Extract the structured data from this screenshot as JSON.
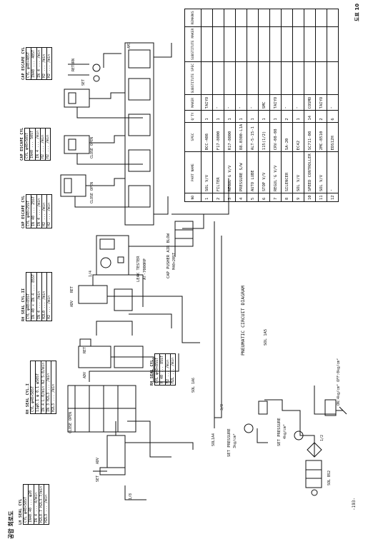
{
  "header": {
    "page_marker": "도표 10",
    "korean_title": "공압 회로도",
    "diagram_title": "PNEUMATIC CIRCUIT DIAGRAM",
    "page_number": "-193-",
    "sol_label": "SOL 1A5"
  },
  "cylinder_blocks": [
    {
      "id": "lh-seal",
      "title": "LH SEAL CYL",
      "rows": [
        "CYL φ40×50ST",
        "IN40.40 ... φ20",
        "IN 4 ... 4/min",
        "H2L8.7 H2L3.7/min",
        "H2L3 ... /min"
      ]
    },
    {
      "id": "rh-seal-1",
      "title": "RH SEAL CYL.I",
      "rows": [
        "CYL φ40×50ST",
        "11φ0.1 φ 0.1 φ50ST",
        "IN 4 L.0/min N2 5.0/min",
        "IN 3 H2L3 ... /min",
        "H2L3 ... /min"
      ]
    },
    {
      "id": "rh-seal-2",
      "title": "RH SEAL CYL.II",
      "rows": [
        "CYL φ40×85ST",
        "IN 40 × IN 4 ... 85ST",
        "IN 4 ... /min",
        "H2L0 ... /min",
        "H2 ... /min"
      ]
    },
    {
      "id": "cap-escape-1",
      "title": "CAP ESCAPE CYL",
      "rows": [
        "CYL φ40×25ST",
        "IN 40 ... 25ST",
        "IN 4 ... /min",
        "H2 ... /min",
        "H2 ... /min"
      ]
    },
    {
      "id": "cap-escape-2",
      "title": "CAP ESCAPE CYL",
      "rows": [
        "CYL φ40×50ST",
        "IN40 ... 50ST",
        "IN 4 ... /min",
        "H2 ... /min",
        "H2 ... /min"
      ]
    },
    {
      "id": "cap-escape-3",
      "title": "CAP ESCAPE CYL",
      "rows": [
        "CYL φ40×40ST",
        "IN40 ... 40ST",
        "IN 4 ... /min",
        "H2 ... /min",
        "H2 ... /min"
      ]
    },
    {
      "id": "rh-seal-inner",
      "title": "RH SEAL CYL.",
      "rows": [
        "CYL φ40×85ST",
        "H 40 ... 85ST",
        "N2 ... /min",
        "H2L ... /min"
      ]
    }
  ],
  "circuit_labels": {
    "close_open": "CLOSE OPEN",
    "adv": "ADV",
    "ret": "RET",
    "set": "SET",
    "leak_tester": "LEAK TESTER",
    "leak_tester_model": "AT-7000RP",
    "cap_pusher": "CAP PUSHER AIR BLOW",
    "cap_pusher_spec": "M40×20ST",
    "set_pressure_1": "SET PRESSURE",
    "set_pressure_1_val": "3kg/cm²",
    "set_pressure_2": "SET PRESSURE",
    "set_pressure_2_val": "4kg/cm²",
    "on_off": "ON:4kg/cm²  OFF:0kg/cm²",
    "sol_1a4": "SOL1A4",
    "sol_1a6": "SOL 1A6",
    "sol_bs2": "SOL BS2",
    "frac_1_8": "1/8",
    "frac_1_4": "1/4",
    "frac_3_8": "3/8",
    "frac_1_2": "1/2",
    "return": "RETURN",
    "set2": "SET",
    "manifold": "AM1"
  },
  "parts_table": {
    "headers": [
      "NO",
      "PART NAME",
      "SPEC",
      "Q'TY",
      "MAKER",
      "SUBSTITUTE SPEC",
      "SUBSTITUTE MAKER",
      "REMARKS"
    ],
    "substitute_header": "SUBSTITUTES",
    "rows": [
      [
        "1",
        "SOL V/V",
        "BCC-408",
        "1",
        "TAIYO",
        "",
        "",
        ""
      ],
      [
        "2",
        "FILTER",
        "F17-8000",
        "1",
        "″",
        "",
        "",
        ""
      ],
      [
        "3",
        "REGUL'G V/V",
        "R17-8000",
        "1",
        "″",
        "",
        "",
        ""
      ],
      [
        "4",
        "PRESSURE S/W",
        "88.0300-L1A",
        "1",
        "″",
        "",
        "",
        ""
      ],
      [
        "5",
        "AUTO LUBE",
        "ALT-5-15-1",
        "1",
        "″",
        "",
        "",
        ""
      ],
      [
        "6",
        "STOP V/V",
        "115(1/2)",
        "1",
        "SMC",
        "",
        "",
        ""
      ],
      [
        "7",
        "REGUL'G V/V",
        "CRV-08-08",
        "1",
        "TAIYO",
        "",
        "",
        ""
      ],
      [
        "8",
        "SILENCER",
        "SA-20",
        "2",
        "″",
        "",
        "",
        ""
      ],
      [
        "9",
        "SOL V/V",
        "EC42",
        "1",
        "″",
        "",
        "",
        ""
      ],
      [
        "10",
        "SPEED CONTROLLER",
        "SC711-08",
        "14",
        "COSMO",
        "",
        "",
        ""
      ],
      [
        "11",
        "SOL V/V",
        "2MC-8510",
        "2",
        "TAIYO",
        "",
        "",
        ""
      ],
      [
        "12",
        "″",
        "EDS12H",
        "6",
        "″",
        "",
        "",
        ""
      ]
    ]
  }
}
